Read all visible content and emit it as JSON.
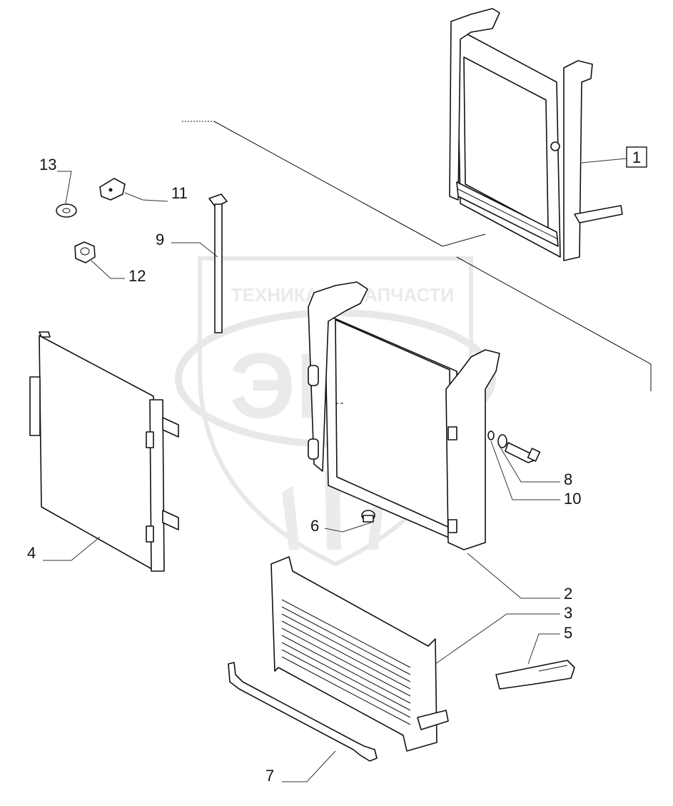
{
  "watermark": {
    "text_left": "ТЕХНИКА",
    "text_right": "ЗАПЧАСТИ",
    "logo_letters": "ЭПФ"
  },
  "callouts": {
    "c1": "1",
    "c2": "2",
    "c3": "3",
    "c4": "4",
    "c5": "5",
    "c6": "6",
    "c7": "7",
    "c8": "8",
    "c9": "9",
    "c10": "10",
    "c11": "11",
    "c12": "12",
    "c13": "13"
  }
}
